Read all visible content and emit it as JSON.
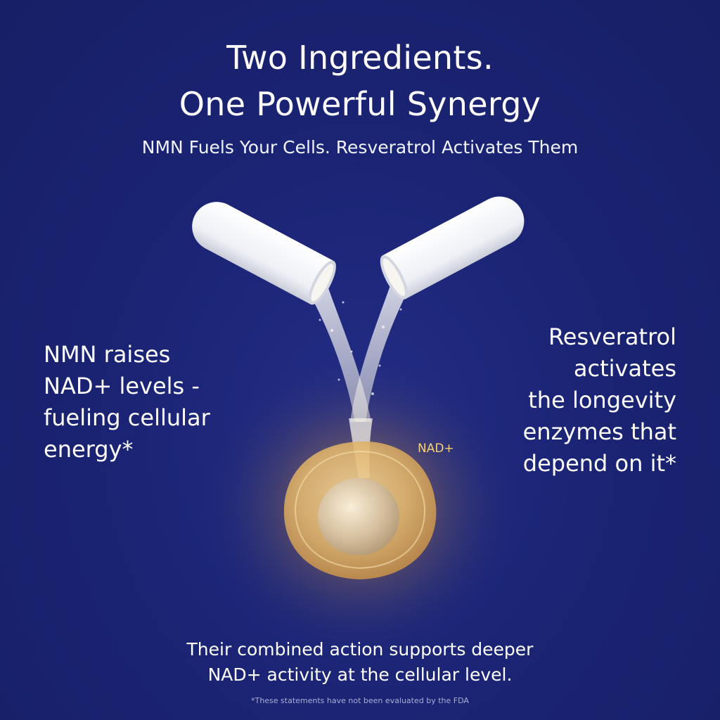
{
  "header": {
    "title_line1": "Two Ingredients.",
    "title_line2": "One Powerful Synergy",
    "subtitle": "NMN Fuels Your Cells. Resveratrol Activates Them"
  },
  "left_text": {
    "line1": "NMN raises",
    "line2": "NAD+ levels -",
    "line3": "fueling cellular",
    "line4": "energy*"
  },
  "right_text": {
    "line1": "Resveratrol",
    "line2": "activates",
    "line3": "the longevity",
    "line4": "enzymes that",
    "line5": "depend on it*"
  },
  "cell_label": "NAD+",
  "footer": {
    "line1": "Their combined action supports deeper",
    "line2": "NAD+ activity at the cellular level.",
    "disclaimer": "*These statements have not been evaluated by the FDA"
  },
  "colors": {
    "background": "#1b2474",
    "text": "#ffffff",
    "cell_glow": "#f5c96a",
    "label_gold": "#f5d27a"
  }
}
